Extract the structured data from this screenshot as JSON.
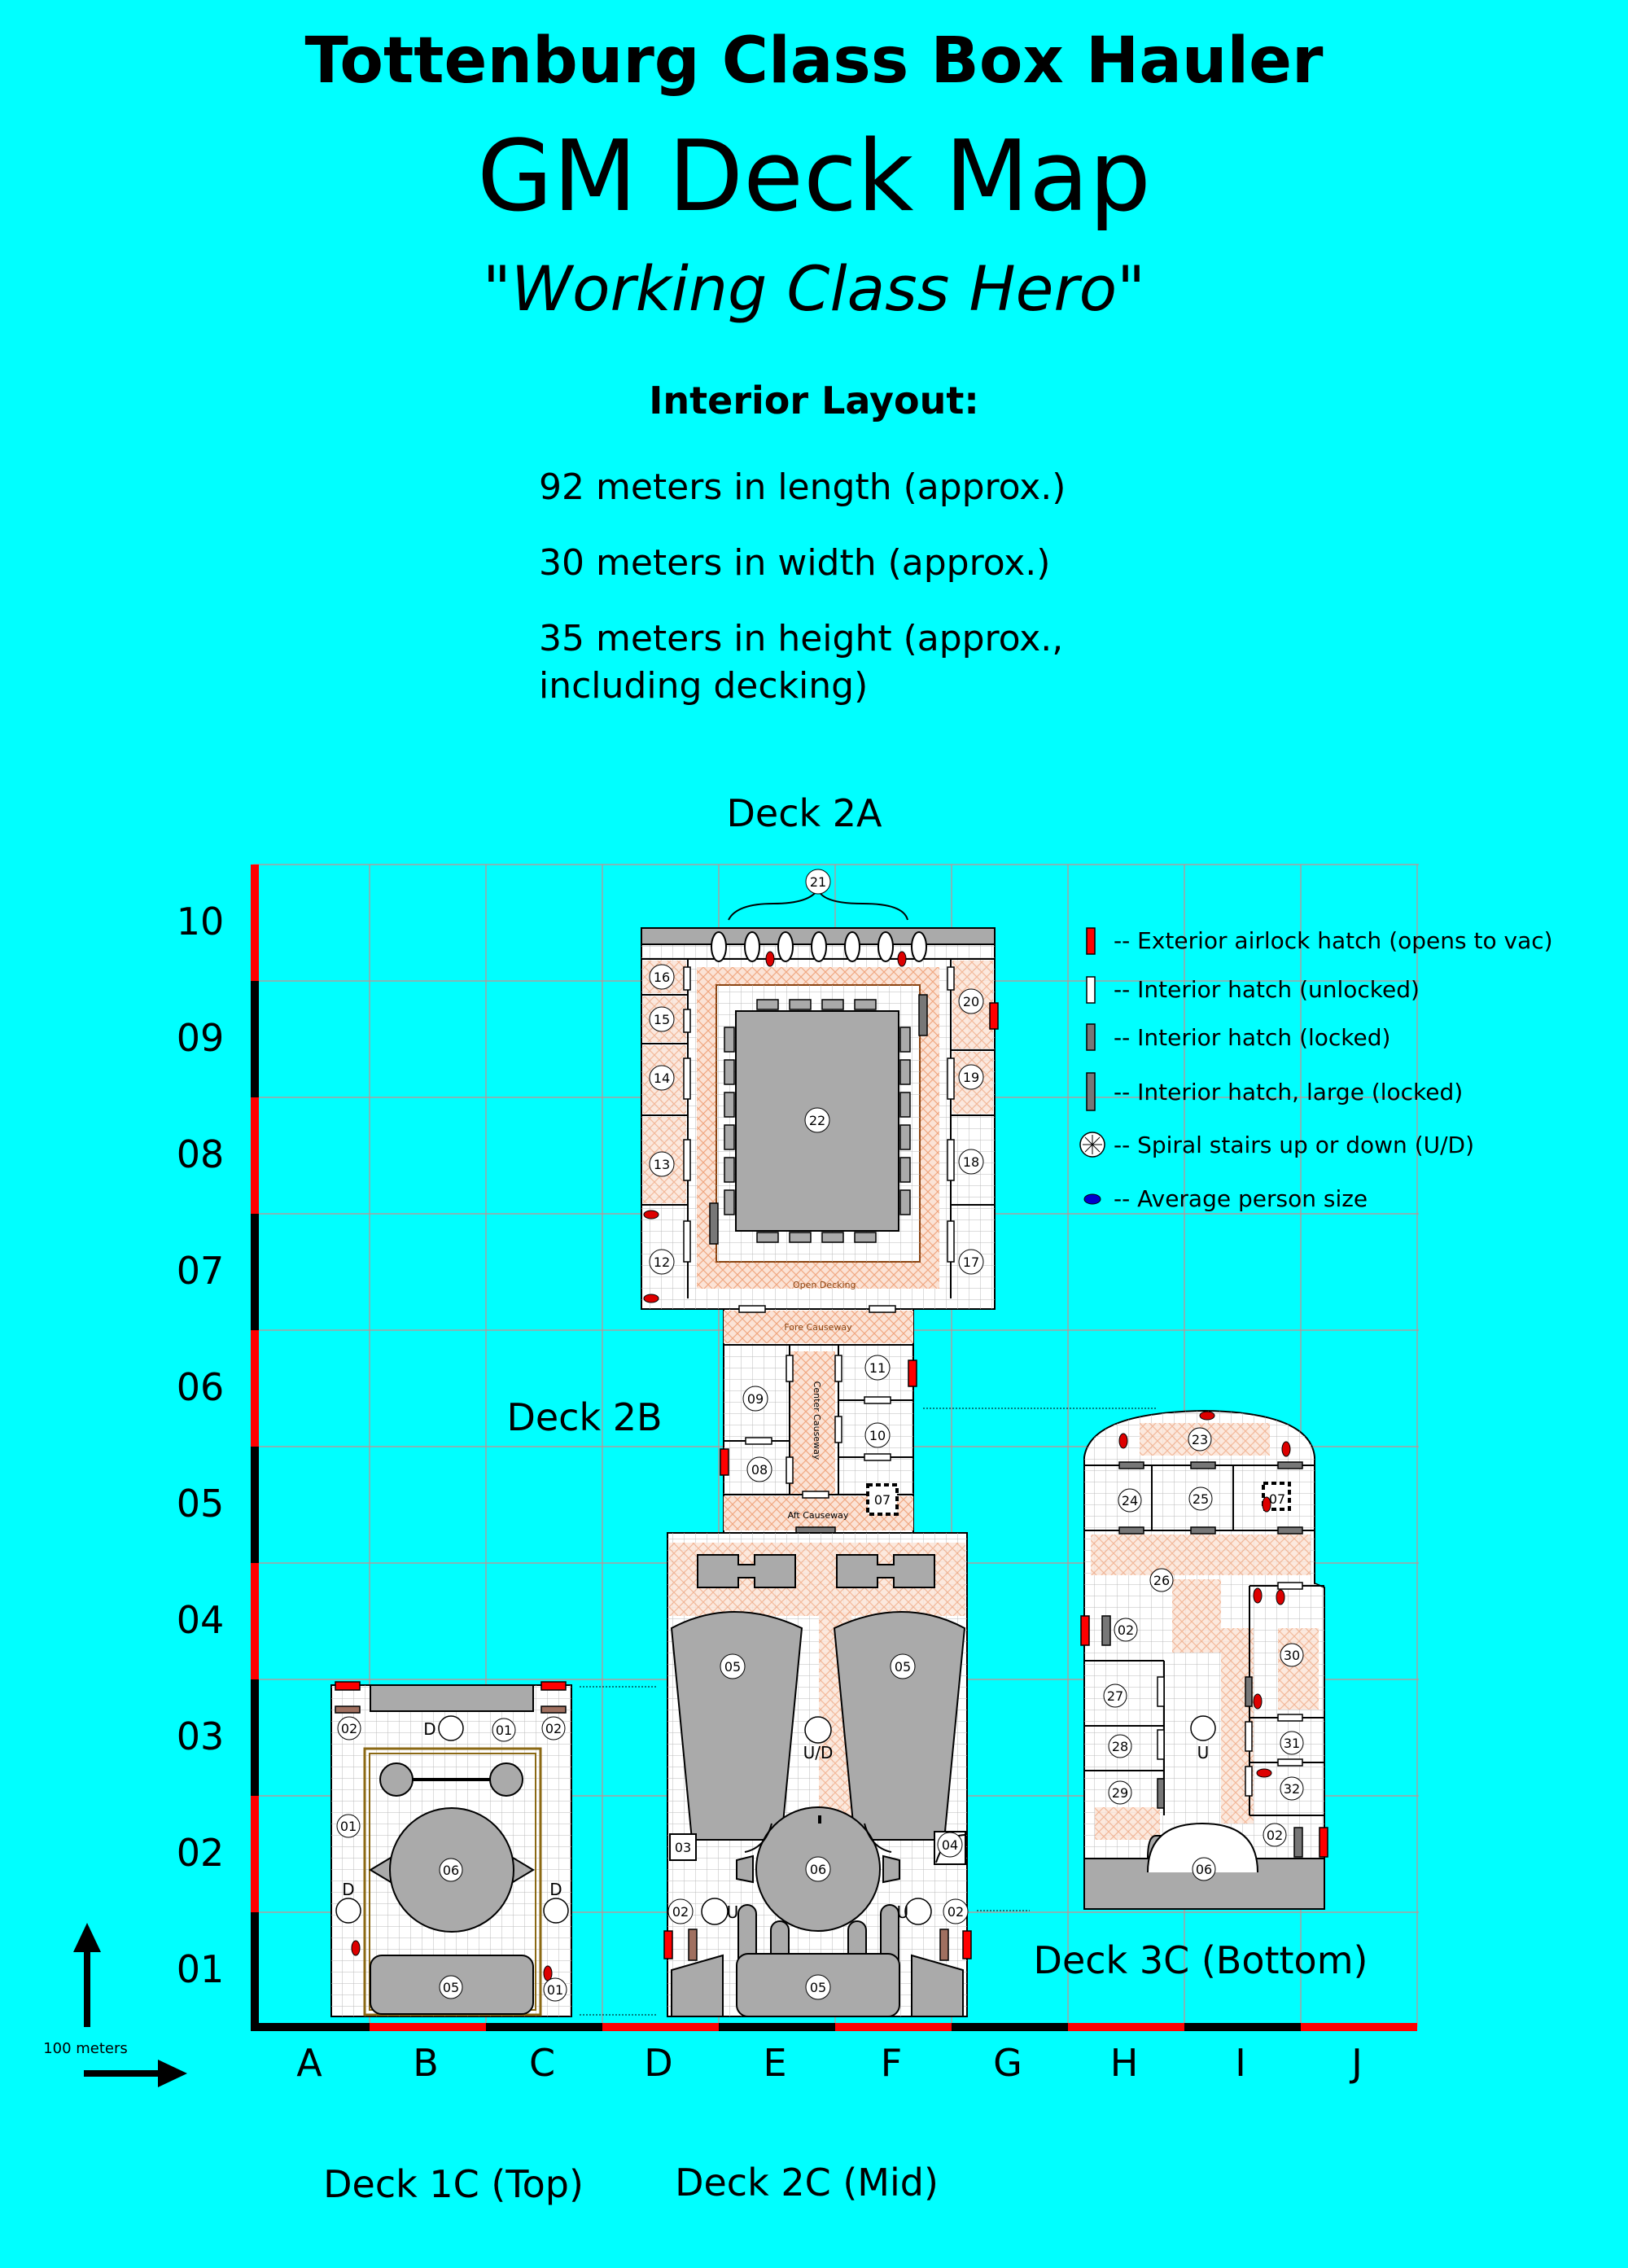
{
  "header": {
    "title": "Tottenburg Class Box Hauler",
    "subtitle": "GM Deck Map",
    "tagline": "Working Class Hero",
    "layout_heading": "Interior Layout:",
    "specs": [
      "92 meters in length (approx.)",
      "30 meters in width (approx.)",
      "35 meters in height (approx., including decking)"
    ]
  },
  "grid": {
    "columns": [
      "A",
      "B",
      "C",
      "D",
      "E",
      "F",
      "G",
      "H",
      "I",
      "J"
    ],
    "rows": [
      "10",
      "09",
      "08",
      "07",
      "06",
      "05",
      "04",
      "03",
      "02",
      "01"
    ],
    "scale_label": "100 meters"
  },
  "decks": {
    "deck_2a": "Deck 2A",
    "deck_2b": "Deck 2B",
    "deck_1c": "Deck 1C (Top)",
    "deck_2c": "Deck 2C (Mid)",
    "deck_3c": "Deck 3C (Bottom)"
  },
  "legend": [
    {
      "icon": "exterior-airlock-hatch-icon",
      "text": "-- Exterior airlock hatch (opens to vac)"
    },
    {
      "icon": "interior-hatch-unlocked-icon",
      "text": "-- Interior hatch (unlocked)"
    },
    {
      "icon": "interior-hatch-locked-icon",
      "text": "-- Interior hatch (locked)"
    },
    {
      "icon": "interior-hatch-large-locked-icon",
      "text": "-- Interior hatch, large (locked)"
    },
    {
      "icon": "spiral-stairs-icon",
      "text": "-- Spiral stairs up or down (U/D)"
    },
    {
      "icon": "person-size-icon",
      "text": "-- Average person size"
    }
  ],
  "deck_2a_labels": {
    "rooms": [
      "21",
      "20",
      "19",
      "18",
      "17",
      "16",
      "15",
      "14",
      "13",
      "12",
      "22"
    ],
    "open_decking": "Open Decking"
  },
  "deck_2b_labels": {
    "fore": "Fore Causeway",
    "center": "Center Causeway",
    "aft": "Aft Causeway",
    "rooms": [
      "11",
      "09",
      "10",
      "08",
      "07"
    ]
  },
  "deck_1c_labels": {
    "rooms": [
      "02",
      "01",
      "02",
      "01",
      "06",
      "05",
      "01"
    ],
    "stairs": [
      "D",
      "D",
      "D"
    ]
  },
  "deck_2c_labels": {
    "rooms": [
      "05",
      "05",
      "06",
      "03",
      "04",
      "02",
      "02",
      "05"
    ],
    "stairs": [
      "U/D",
      "U",
      "U"
    ]
  },
  "deck_3c_labels": {
    "rooms": [
      "23",
      "24",
      "25",
      "07",
      "26",
      "02",
      "30",
      "27",
      "28",
      "31",
      "29",
      "32",
      "02",
      "06"
    ],
    "stairs": [
      "U"
    ]
  },
  "colors": {
    "background": "#00FFFF",
    "deck_floor": "#FFFFFF",
    "equipment": "#AAAAAA",
    "crosshatch": "#F0A882",
    "airlock": "#FF0000",
    "grid_line": "#E08080"
  }
}
